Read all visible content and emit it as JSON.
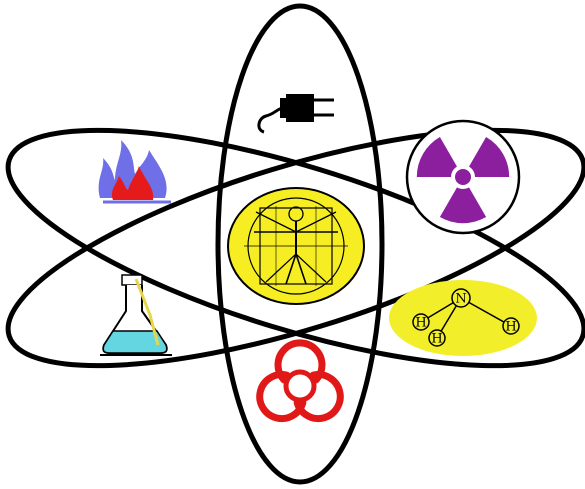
{
  "diagram": {
    "orbits": 3,
    "colors": {
      "outline": "#000000",
      "nucleus": "#f6ee22",
      "fire_blue": "#6f6fe8",
      "fire_red": "#e51b1b",
      "radiation": "#8b1f9e",
      "biohazard": "#e01818",
      "flask_liquid": "#63d6e2",
      "molecule_bg": "#f2ef2a"
    },
    "icons": [
      {
        "name": "plug-icon"
      },
      {
        "name": "fire-icon"
      },
      {
        "name": "radiation-icon"
      },
      {
        "name": "vitruvian-man-icon"
      },
      {
        "name": "flask-icon"
      },
      {
        "name": "molecule-icon"
      },
      {
        "name": "biohazard-icon"
      }
    ],
    "molecule": {
      "atoms": [
        {
          "label": "N"
        },
        {
          "label": "H"
        },
        {
          "label": "H"
        },
        {
          "label": "H"
        }
      ]
    }
  }
}
